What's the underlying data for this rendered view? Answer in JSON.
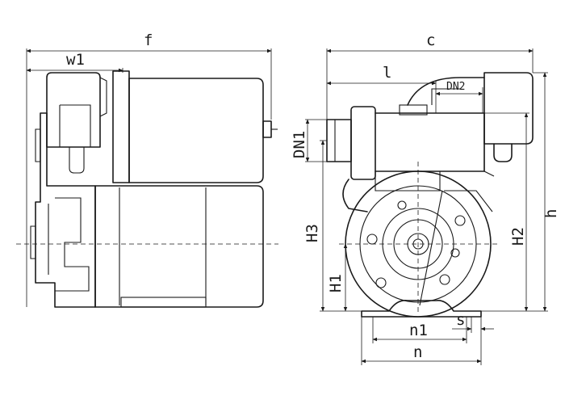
{
  "labels": {
    "f": "f",
    "w1": "w1",
    "c": "c",
    "l": "l",
    "dn2": "DN2",
    "dn1": "DN1",
    "h3": "H3",
    "h1": "H1",
    "h2": "H2",
    "h": "h",
    "n1": "n1",
    "n": "n",
    "s": "s"
  }
}
